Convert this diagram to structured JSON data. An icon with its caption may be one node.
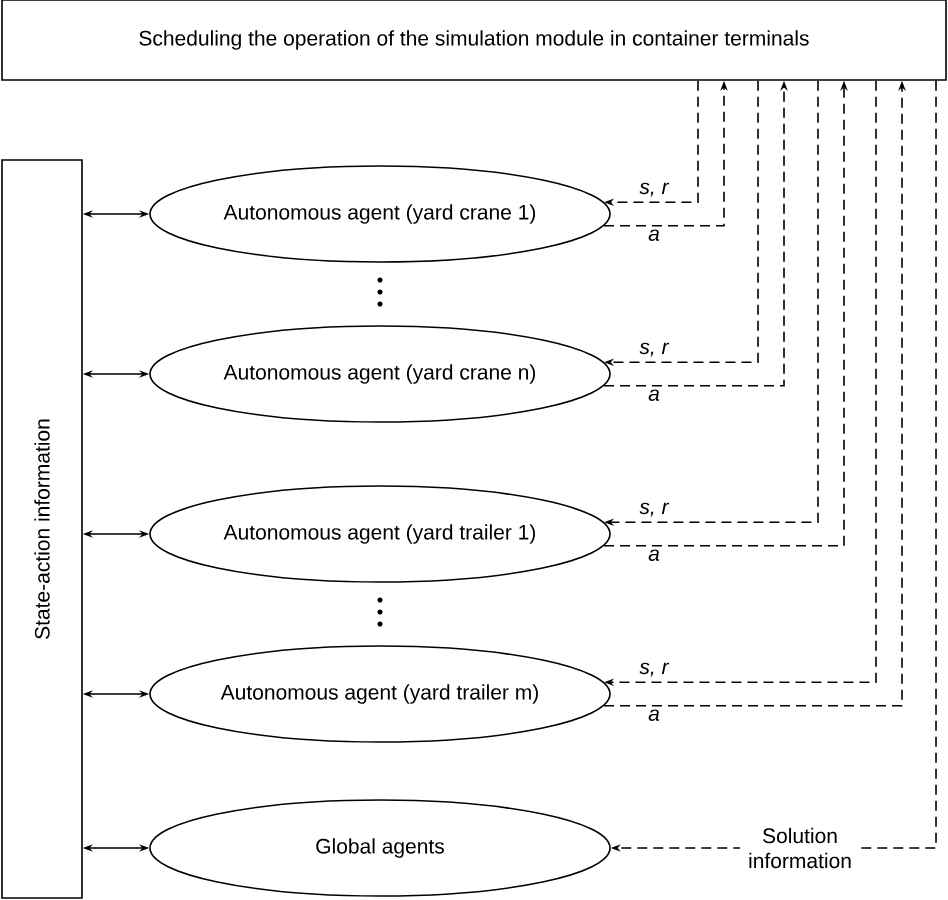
{
  "diagram": {
    "nodes": [
      {
        "text": [
          "Scheduling the operation of the simulation module in container terminals"
        ]
      },
      {
        "text": [
          "State-action information"
        ]
      },
      {
        "text": [
          "Autonomous agent (yard crane 1)"
        ]
      },
      {
        "text": [
          "Autonomous agent (yard crane n)"
        ]
      },
      {
        "text": [
          "Autonomous agent (yard trailer 1)"
        ]
      },
      {
        "text": [
          "Autonomous agent (yard trailer m)"
        ]
      },
      {
        "text": [
          "Global agents"
        ]
      }
    ],
    "edges": [
      {
        "from": 1,
        "to": 2,
        "arrow": "both"
      },
      {
        "from": 1,
        "to": 3,
        "arrow": "both"
      },
      {
        "from": 1,
        "to": 4,
        "arrow": "both"
      },
      {
        "from": 1,
        "to": 5,
        "arrow": "both"
      },
      {
        "from": 1,
        "to": 6,
        "arrow": "both"
      },
      {
        "from": 0,
        "to": 2,
        "arrow": "to",
        "style": "dashed",
        "label": "s, r"
      },
      {
        "from": 2,
        "to": 0,
        "arrow": "to",
        "style": "dashed",
        "label": "a"
      },
      {
        "from": 0,
        "to": 3,
        "arrow": "to",
        "style": "dashed",
        "label": "s, r"
      },
      {
        "from": 3,
        "to": 0,
        "arrow": "to",
        "style": "dashed",
        "label": "a"
      },
      {
        "from": 0,
        "to": 4,
        "arrow": "to",
        "style": "dashed",
        "label": "s, r"
      },
      {
        "from": 4,
        "to": 0,
        "arrow": "to",
        "style": "dashed",
        "label": "a"
      },
      {
        "from": 0,
        "to": 5,
        "arrow": "to",
        "style": "dashed",
        "label": "s, r"
      },
      {
        "from": 5,
        "to": 0,
        "arrow": "to",
        "style": "dashed",
        "label": "a"
      },
      {
        "from": 0,
        "to": 6,
        "arrow": "to",
        "style": "dashed",
        "label": "Solution information"
      }
    ]
  }
}
